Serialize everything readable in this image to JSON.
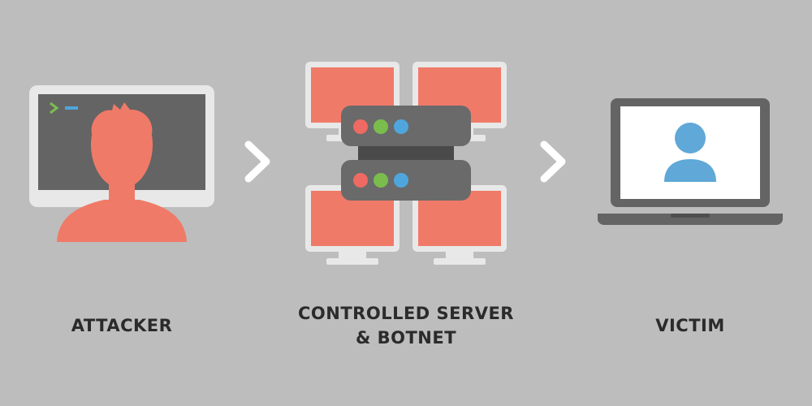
{
  "nodes": {
    "attacker": {
      "label": "ATTACKER"
    },
    "server": {
      "label_line1": "CONTROLLED SERVER",
      "label_line2": "& BOTNET"
    },
    "victim": {
      "label": "VICTIM"
    }
  },
  "colors": {
    "background": "#bdbdbd",
    "screen_frame": "#e8e8e8",
    "terminal_screen": "#646464",
    "attacker": "#f07a68",
    "server_body": "#6a6a6a",
    "led_red": "#ef6a62",
    "led_green": "#7bbd4d",
    "led_blue": "#4fa6dd",
    "victim_user": "#5fa8d8",
    "arrow": "#ffffff"
  },
  "icons": {
    "attacker": "attacker-at-computer-icon",
    "server": "server-with-botnet-icon",
    "victim": "victim-laptop-user-icon",
    "connector": "chevron-right-icon"
  }
}
